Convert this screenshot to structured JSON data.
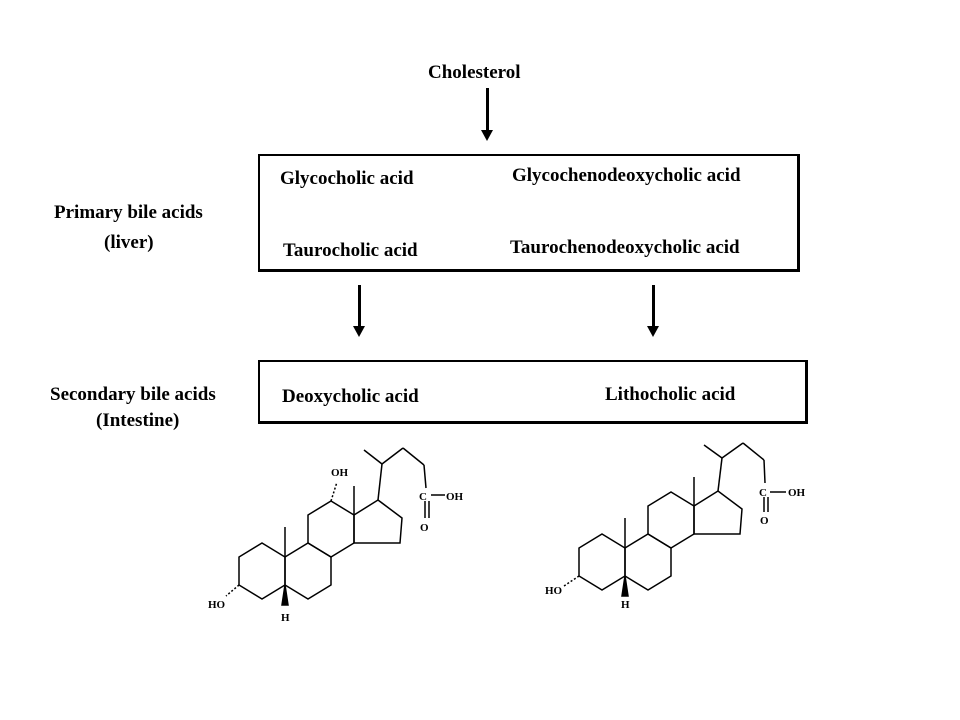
{
  "top": {
    "precursor": "Cholesterol"
  },
  "primary": {
    "label_line1": "Primary bile acids",
    "label_line2": "(liver)",
    "acids": [
      "Glycocholic acid",
      "Glycochenodeoxycholic acid",
      "Taurocholic acid",
      "Taurochenodeoxycholic acid"
    ]
  },
  "secondary": {
    "label_line1": "Secondary bile acids",
    "label_line2": "(Intestine)",
    "acids": [
      "Deoxycholic acid",
      "Lithocholic acid"
    ]
  },
  "structures": {
    "deoxycholic": {
      "oh_top": "OH",
      "c": "C",
      "oh_acid": "OH",
      "o": "O",
      "ho": "HO",
      "h": "H"
    },
    "lithocholic": {
      "c": "C",
      "oh_acid": "OH",
      "o": "O",
      "ho": "HO",
      "h": "H"
    }
  }
}
